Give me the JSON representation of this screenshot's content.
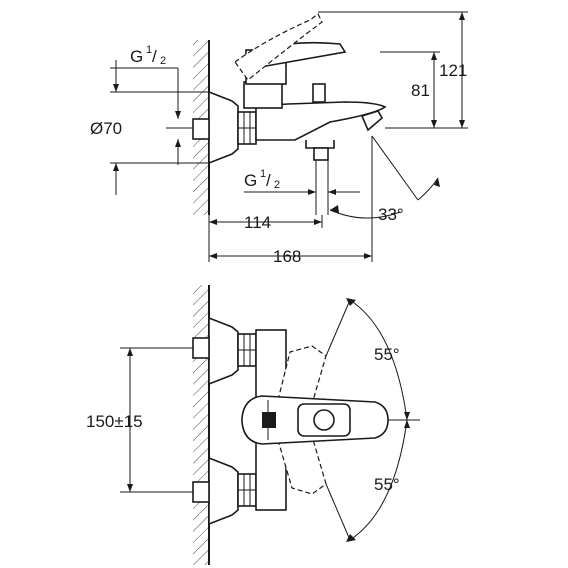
{
  "side_view": {
    "thread_top": {
      "prefix": "G",
      "num": "1",
      "den": "2"
    },
    "thread_outlet": {
      "prefix": "G",
      "num": "1",
      "den": "2"
    },
    "rosette_diameter": "Ø70",
    "dim_depth_total": "168",
    "dim_depth_outlet": "114",
    "dim_height_total": "121",
    "dim_height_spout": "81",
    "spout_angle": "33°"
  },
  "top_view": {
    "centre_distance": "150±15",
    "lever_angle_up": "55°",
    "lever_angle_down": "55°"
  }
}
